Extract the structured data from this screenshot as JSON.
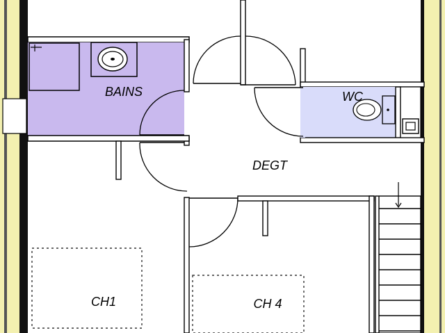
{
  "plan": {
    "rooms": {
      "bains": "BAINS",
      "wc": "WC",
      "degt": "DEGT",
      "ch1": "CH1",
      "ch4": "CH 4"
    },
    "colors": {
      "outer_wall_fill": "#f3f0b0",
      "bath_fill": "#c9b9ee",
      "wc_fill": "#d9dcfa",
      "wall_stroke": "#000000",
      "background": "#ffffff"
    }
  }
}
